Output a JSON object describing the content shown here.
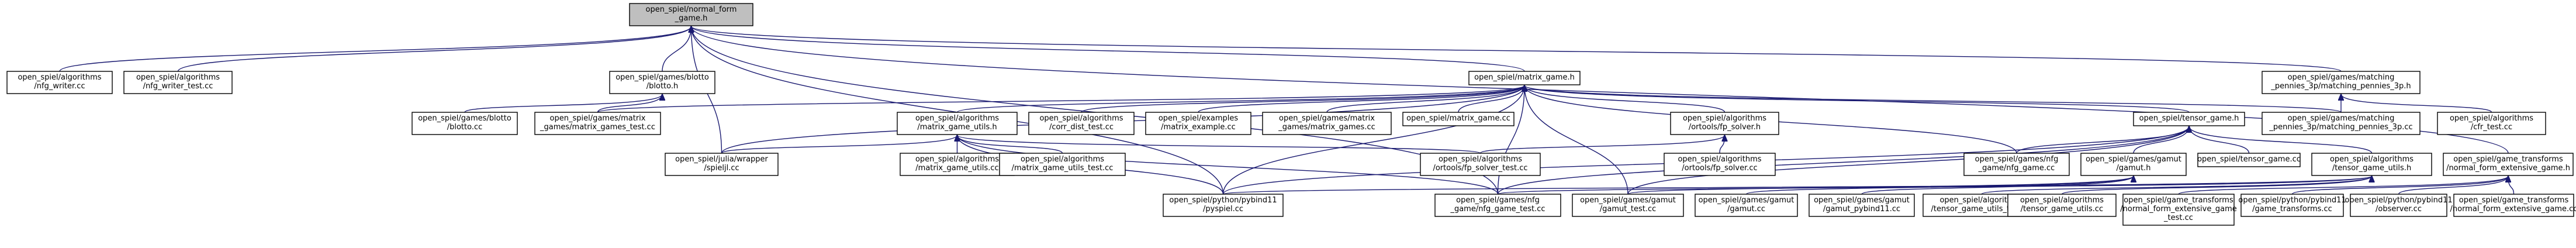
{
  "diagram": {
    "nodes": [
      {
        "id": "root",
        "lines": [
          "open_spiel/normal_form",
          "_game.h"
        ],
        "root": true
      },
      {
        "id": "nfg_writer_cc",
        "lines": [
          "open_spiel/algorithms",
          "/nfg_writer.cc"
        ]
      },
      {
        "id": "nfg_writer_test_cc",
        "lines": [
          "open_spiel/algorithms",
          "/nfg_writer_test.cc"
        ]
      },
      {
        "id": "blotto_h",
        "lines": [
          "open_spiel/games/blotto",
          "/blotto.h"
        ]
      },
      {
        "id": "matrix_game_h",
        "lines": [
          "open_spiel/matrix_game.h"
        ]
      },
      {
        "id": "matching_pennies_3p_h",
        "lines": [
          "open_spiel/games/matching",
          "_pennies_3p/matching_pennies_3p.h"
        ]
      },
      {
        "id": "blotto_cc",
        "lines": [
          "open_spiel/games/blotto",
          "/blotto.cc"
        ]
      },
      {
        "id": "matrix_games_test_cc",
        "lines": [
          "open_spiel/games/matrix",
          "_games/matrix_games_test.cc"
        ]
      },
      {
        "id": "matrix_game_utils_h",
        "lines": [
          "open_spiel/algorithms",
          "/matrix_game_utils.h"
        ]
      },
      {
        "id": "corr_dist_test_cc",
        "lines": [
          "open_spiel/algorithms",
          "/corr_dist_test.cc"
        ]
      },
      {
        "id": "matrix_example_cc",
        "lines": [
          "open_spiel/examples",
          "/matrix_example.cc"
        ]
      },
      {
        "id": "matrix_games_cc",
        "lines": [
          "open_spiel/games/matrix",
          "_games/matrix_games.cc"
        ]
      },
      {
        "id": "matrix_game_cc",
        "lines": [
          "open_spiel/matrix_game.cc"
        ]
      },
      {
        "id": "fp_solver_h",
        "lines": [
          "open_spiel/algorithms",
          "/ortools/fp_solver.h"
        ]
      },
      {
        "id": "tensor_game_h",
        "lines": [
          "open_spiel/tensor_game.h"
        ]
      },
      {
        "id": "matching_pennies_3p_cc",
        "lines": [
          "open_spiel/games/matching",
          "_pennies_3p/matching_pennies_3p.cc"
        ]
      },
      {
        "id": "cfr_test_cc",
        "lines": [
          "open_spiel/algorithms",
          "/cfr_test.cc"
        ]
      },
      {
        "id": "spieljl_cc",
        "lines": [
          "open_spiel/julia/wrapper",
          "/spieljl.cc"
        ]
      },
      {
        "id": "matrix_game_utils_cc",
        "lines": [
          "open_spiel/algorithms",
          "/matrix_game_utils.cc"
        ]
      },
      {
        "id": "matrix_game_utils_test_cc",
        "lines": [
          "open_spiel/algorithms",
          "/matrix_game_utils_test.cc"
        ]
      },
      {
        "id": "fp_solver_test_cc",
        "lines": [
          "open_spiel/algorithms",
          "/ortools/fp_solver_test.cc"
        ]
      },
      {
        "id": "fp_solver_cc",
        "lines": [
          "open_spiel/algorithms",
          "/ortools/fp_solver.cc"
        ]
      },
      {
        "id": "nfg_game_cc",
        "lines": [
          "open_spiel/games/nfg",
          "_game/nfg_game.cc"
        ]
      },
      {
        "id": "gamut_h",
        "lines": [
          "open_spiel/games/gamut",
          "/gamut.h"
        ]
      },
      {
        "id": "tensor_game_cc",
        "lines": [
          "open_spiel/tensor_game.cc"
        ]
      },
      {
        "id": "tensor_game_utils_h",
        "lines": [
          "open_spiel/algorithms",
          "/tensor_game_utils.h"
        ]
      },
      {
        "id": "nfe_game_h",
        "lines": [
          "open_spiel/game_transforms",
          "/normal_form_extensive_game.h"
        ]
      },
      {
        "id": "pyspiel_cc",
        "lines": [
          "open_spiel/python/pybind11",
          "/pyspiel.cc"
        ]
      },
      {
        "id": "nfg_game_test_cc",
        "lines": [
          "open_spiel/games/nfg",
          "_game/nfg_game_test.cc"
        ]
      },
      {
        "id": "gamut_test_cc",
        "lines": [
          "open_spiel/games/gamut",
          "/gamut_test.cc"
        ]
      },
      {
        "id": "gamut_cc",
        "lines": [
          "open_spiel/games/gamut",
          "/gamut.cc"
        ]
      },
      {
        "id": "gamut_pybind11_cc",
        "lines": [
          "open_spiel/games/gamut",
          "/gamut_pybind11.cc"
        ]
      },
      {
        "id": "tensor_game_utils_test_cc",
        "lines": [
          "open_spiel/algorithms",
          "/tensor_game_utils_test.cc"
        ]
      },
      {
        "id": "tensor_game_utils_cc",
        "lines": [
          "open_spiel/algorithms",
          "/tensor_game_utils.cc"
        ]
      },
      {
        "id": "nfe_game_test_cc",
        "lines": [
          "open_spiel/game_transforms",
          "/normal_form_extensive_game",
          "_test.cc"
        ]
      },
      {
        "id": "game_transforms_pybind_cc",
        "lines": [
          "open_spiel/python/pybind11",
          "/game_transforms.cc"
        ]
      },
      {
        "id": "observer_pybind_cc",
        "lines": [
          "open_spiel/python/pybind11",
          "/observer.cc"
        ]
      },
      {
        "id": "nfe_game_cc",
        "lines": [
          "open_spiel/game_transforms",
          "/normal_form_extensive_game.cc"
        ]
      }
    ],
    "edges": [
      [
        "nfg_writer_cc",
        "root"
      ],
      [
        "nfg_writer_test_cc",
        "root"
      ],
      [
        "blotto_h",
        "root"
      ],
      [
        "matrix_game_h",
        "root"
      ],
      [
        "matching_pennies_3p_h",
        "root"
      ],
      [
        "spieljl_cc",
        "root"
      ],
      [
        "pyspiel_cc",
        "root"
      ],
      [
        "nfg_game_test_cc",
        "root"
      ],
      [
        "nfe_game_h",
        "root"
      ],
      [
        "blotto_cc",
        "blotto_h"
      ],
      [
        "matrix_games_test_cc",
        "blotto_h"
      ],
      [
        "matrix_games_test_cc",
        "matrix_game_h"
      ],
      [
        "matrix_game_utils_h",
        "matrix_game_h"
      ],
      [
        "corr_dist_test_cc",
        "matrix_game_h"
      ],
      [
        "matrix_example_cc",
        "matrix_game_h"
      ],
      [
        "matrix_games_cc",
        "matrix_game_h"
      ],
      [
        "matrix_game_cc",
        "matrix_game_h"
      ],
      [
        "fp_solver_h",
        "matrix_game_h"
      ],
      [
        "tensor_game_h",
        "matrix_game_h"
      ],
      [
        "matching_pennies_3p_cc",
        "matrix_game_h"
      ],
      [
        "spieljl_cc",
        "matrix_game_h"
      ],
      [
        "nfg_game_cc",
        "matrix_game_h"
      ],
      [
        "gamut_test_cc",
        "matrix_game_h"
      ],
      [
        "pyspiel_cc",
        "matrix_game_h"
      ],
      [
        "nfg_game_test_cc",
        "matrix_game_h"
      ],
      [
        "matching_pennies_3p_cc",
        "matching_pennies_3p_h"
      ],
      [
        "cfr_test_cc",
        "matching_pennies_3p_h"
      ],
      [
        "spieljl_cc",
        "matrix_game_utils_h"
      ],
      [
        "matrix_game_utils_cc",
        "matrix_game_utils_h"
      ],
      [
        "matrix_game_utils_test_cc",
        "matrix_game_utils_h"
      ],
      [
        "fp_solver_test_cc",
        "matrix_game_utils_h"
      ],
      [
        "pyspiel_cc",
        "matrix_game_utils_h"
      ],
      [
        "nfg_game_test_cc",
        "matrix_game_utils_h"
      ],
      [
        "fp_solver_cc",
        "fp_solver_h"
      ],
      [
        "fp_solver_test_cc",
        "fp_solver_h"
      ],
      [
        "nfg_game_cc",
        "tensor_game_h"
      ],
      [
        "gamut_h",
        "tensor_game_h"
      ],
      [
        "tensor_game_cc",
        "tensor_game_h"
      ],
      [
        "tensor_game_utils_h",
        "tensor_game_h"
      ],
      [
        "pyspiel_cc",
        "tensor_game_h"
      ],
      [
        "nfg_game_test_cc",
        "tensor_game_h"
      ],
      [
        "gamut_test_cc",
        "tensor_game_h"
      ],
      [
        "gamut_test_cc",
        "gamut_h"
      ],
      [
        "gamut_cc",
        "gamut_h"
      ],
      [
        "gamut_pybind11_cc",
        "gamut_h"
      ],
      [
        "pyspiel_cc",
        "tensor_game_utils_h"
      ],
      [
        "nfg_game_test_cc",
        "tensor_game_utils_h"
      ],
      [
        "tensor_game_utils_test_cc",
        "tensor_game_utils_h"
      ],
      [
        "tensor_game_utils_cc",
        "tensor_game_utils_h"
      ],
      [
        "nfe_game_test_cc",
        "nfe_game_h"
      ],
      [
        "game_transforms_pybind_cc",
        "nfe_game_h"
      ],
      [
        "observer_pybind_cc",
        "nfe_game_h"
      ],
      [
        "nfe_game_cc",
        "nfe_game_h"
      ]
    ]
  }
}
